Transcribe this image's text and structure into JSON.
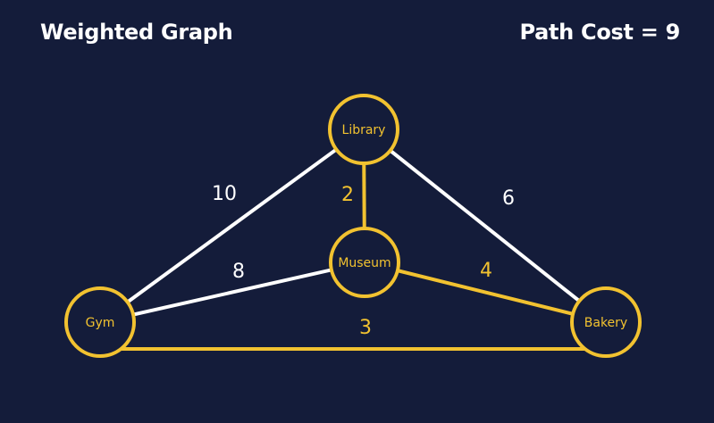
{
  "header": {
    "title": "Weighted Graph",
    "path_cost": "Path Cost = 9"
  },
  "colors": {
    "background": "#141c3a",
    "highlight": "#f2c230",
    "normal_edge": "#ffffff",
    "node_fill": "#141c3a",
    "text": "#ffffff"
  },
  "graph": {
    "nodes": [
      {
        "id": "library",
        "label": "Library"
      },
      {
        "id": "museum",
        "label": "Museum"
      },
      {
        "id": "gym",
        "label": "Gym"
      },
      {
        "id": "bakery",
        "label": "Bakery"
      }
    ],
    "edges": [
      {
        "id": "gym-library",
        "from": "gym",
        "to": "library",
        "weight": "10",
        "on_path": false
      },
      {
        "id": "library-museum",
        "from": "library",
        "to": "museum",
        "weight": "2",
        "on_path": true
      },
      {
        "id": "library-bakery",
        "from": "library",
        "to": "bakery",
        "weight": "6",
        "on_path": false
      },
      {
        "id": "gym-museum",
        "from": "gym",
        "to": "museum",
        "weight": "8",
        "on_path": false
      },
      {
        "id": "museum-bakery",
        "from": "museum",
        "to": "bakery",
        "weight": "4",
        "on_path": true
      },
      {
        "id": "gym-bakery",
        "from": "gym",
        "to": "bakery",
        "weight": "3",
        "on_path": true
      }
    ]
  }
}
